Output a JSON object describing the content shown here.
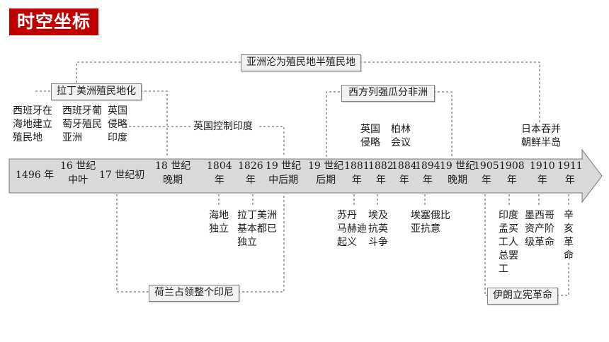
{
  "title": "时空坐标",
  "colors": {
    "title_bg": "#c00000",
    "arrow_fill": "#d9d9d9",
    "box_bg": "#f2f2f2",
    "line": "#555555"
  },
  "timeline": [
    "1496 年",
    "16 世纪\n中叶",
    "17 世纪初",
    "18 世纪\n晚期",
    "1804\n年",
    "1826\n年",
    "19 世纪\n中后期",
    "19 世纪\n后期",
    "1881\n年",
    "1882\n年",
    "1884\n年",
    "1894\n年",
    "19 世纪\n晚期",
    "1905\n年",
    "1908\n年",
    "1910\n年",
    "1911\n年"
  ],
  "boxes": {
    "asia_semicolonial": "亚洲沦为殖民地半殖民地",
    "latin_colonization": "拉丁美洲殖民地化",
    "africa_partition": "西方列强瓜分非洲",
    "dutch_indonesia": "荷兰占领整个印尼",
    "iran_revolution": "伊朗立宪革命"
  },
  "events_above": {
    "spain_haiti": "西班牙在\n海地建立\n殖民地",
    "spain_portugal": "西班牙葡\n萄牙殖民\n亚洲",
    "uk_india_invade": "英国\n侵略\n印度",
    "uk_control_india": "英国控制印度",
    "uk_invade_egypt": "英国\n侵略",
    "berlin": "柏林\n会议",
    "japan_korea": "日本吞并\n朝鲜半岛"
  },
  "events_below": {
    "haiti_indep": "海地\n独立",
    "latam_indep": "拉丁美洲\n基本都已\n独立",
    "sudan_mahdi": "苏丹\n马赫迪\n起义",
    "egypt_war": "埃及\n抗英\n斗争",
    "ethiopia": "埃塞俄比\n亚抗意",
    "india_strike": "印度\n孟买\n工人\n总罢\n工",
    "mexico_rev": "墨西哥\n资产阶\n级革命",
    "xinhai": "辛\n亥\n革\n命"
  }
}
